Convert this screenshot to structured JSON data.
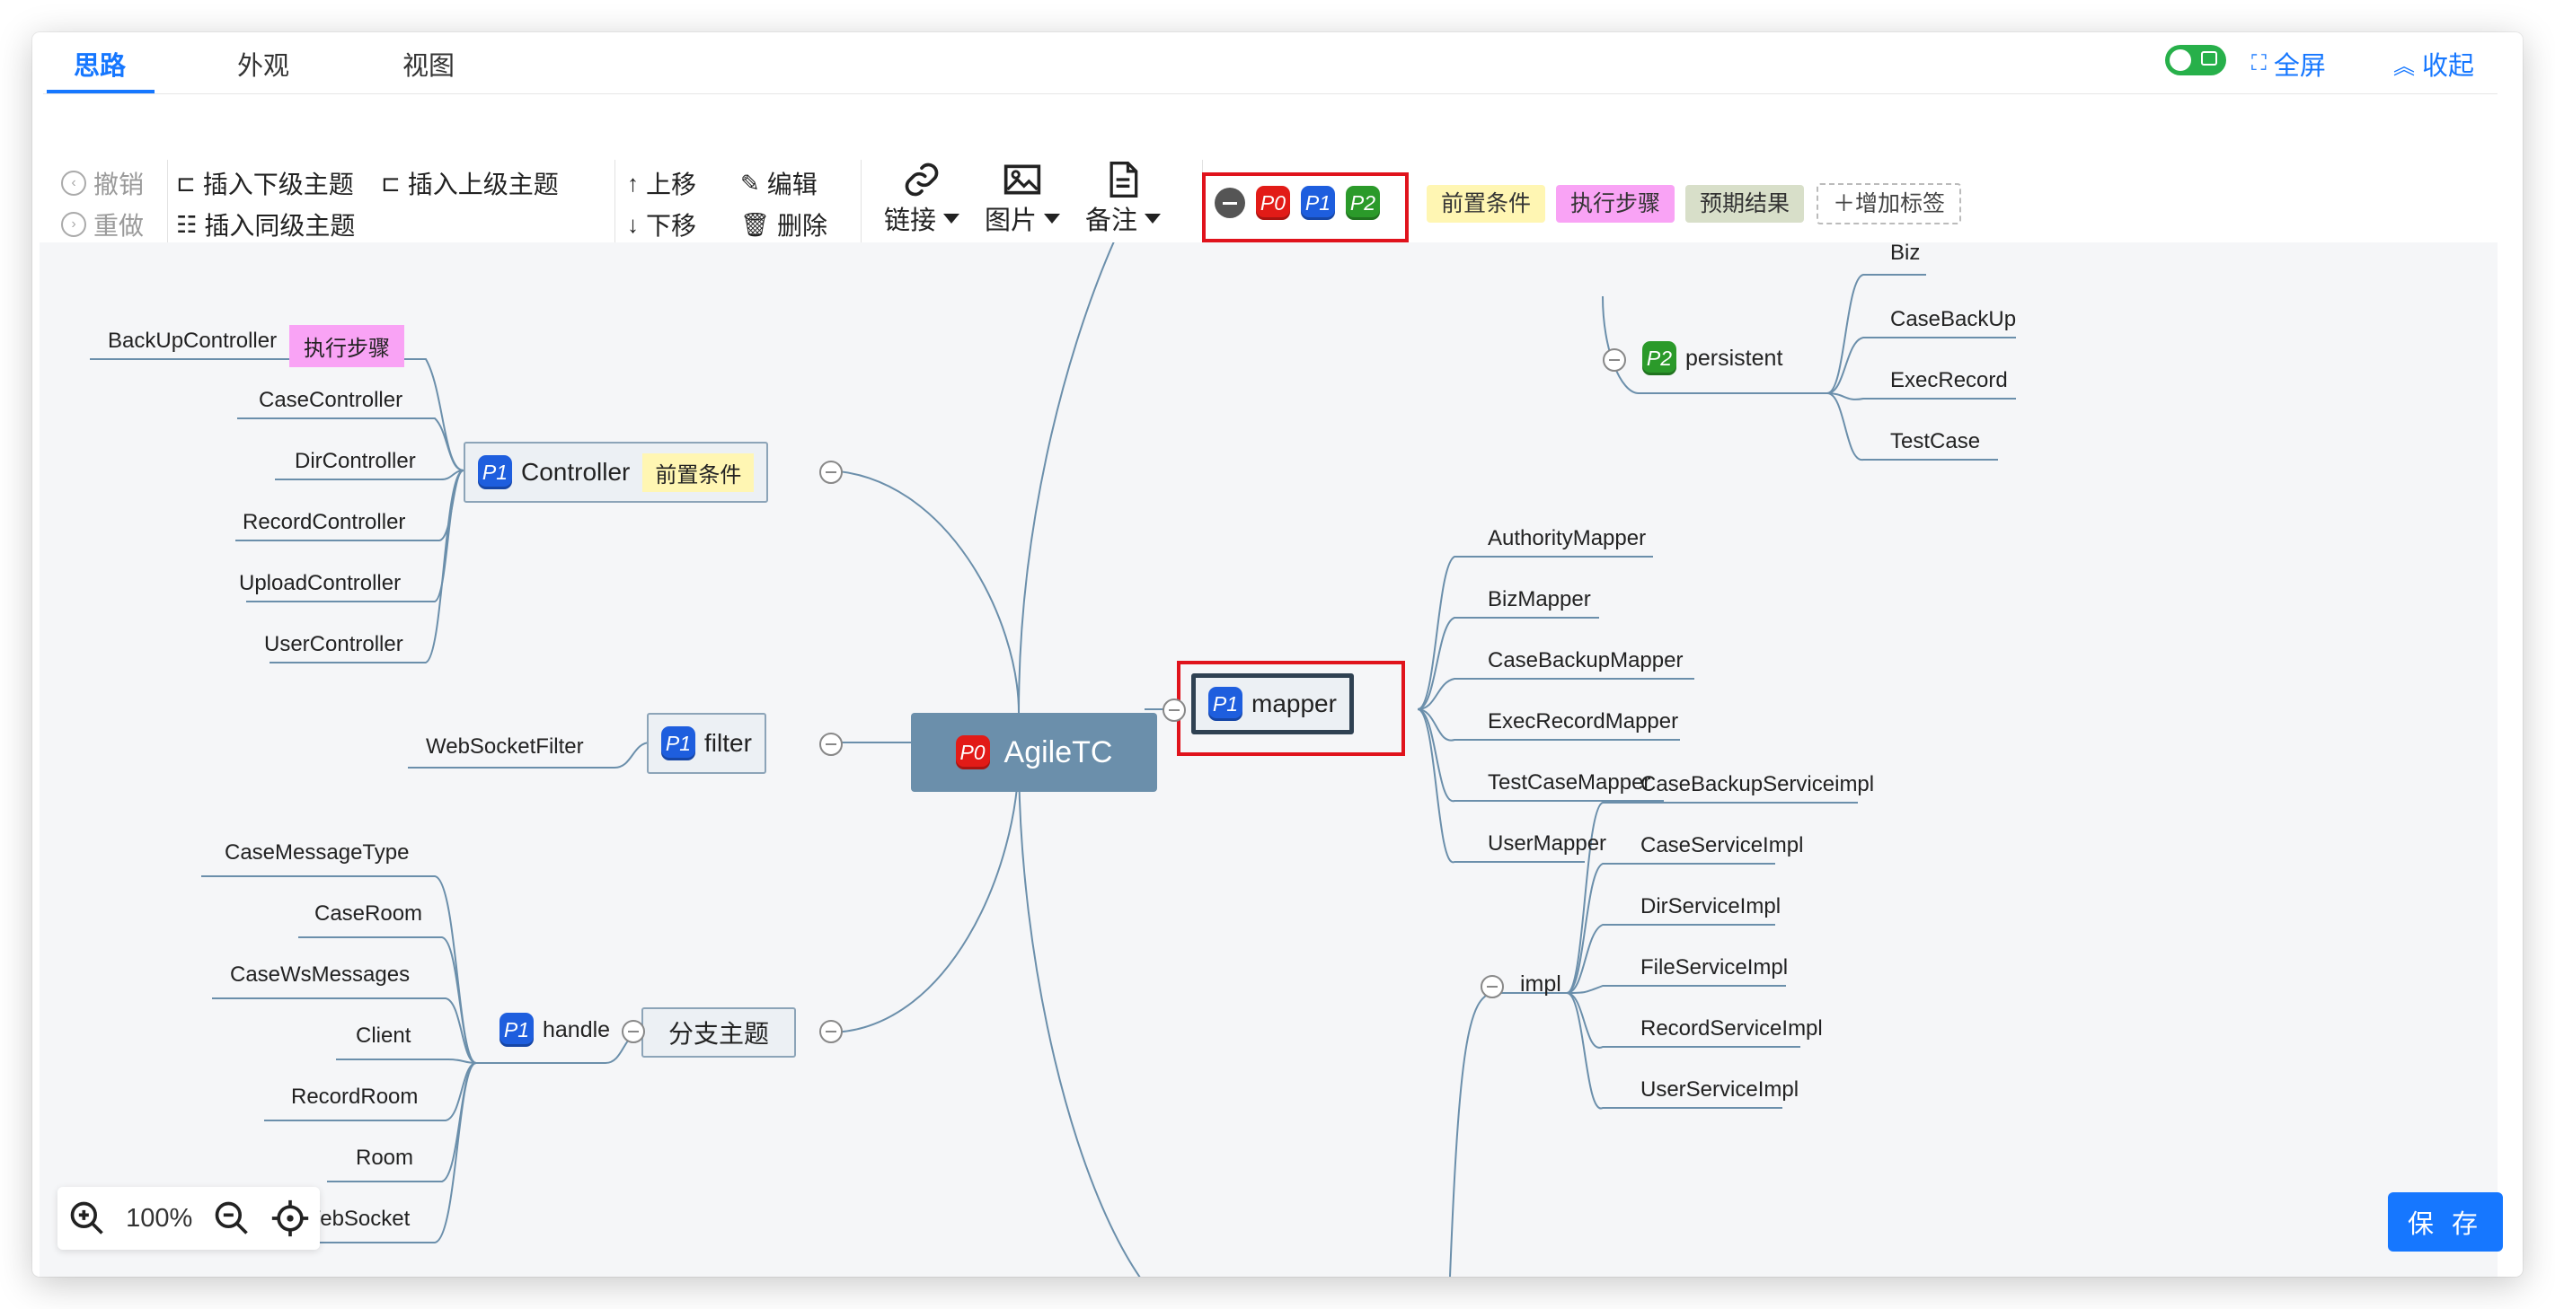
{
  "tabs": [
    {
      "label": "思路"
    },
    {
      "label": "外观"
    },
    {
      "label": "视图"
    }
  ],
  "top_right": {
    "fullscreen_label": "全屏",
    "collapse_label": "收起"
  },
  "toolbar": {
    "undo": "撤销",
    "redo": "重做",
    "insert_child": "插入下级主题",
    "insert_parent": "插入上级主题",
    "insert_sibling": "插入同级主题",
    "move_up": "上移",
    "move_down": "下移",
    "edit": "编辑",
    "delete": "删除",
    "link": "链接",
    "image": "图片",
    "note": "备注",
    "priorities": [
      "P0",
      "P1",
      "P2"
    ],
    "tags": [
      {
        "label": "前置条件",
        "color": "#fff6b3"
      },
      {
        "label": "执行步骤",
        "color": "#f9a3f5"
      },
      {
        "label": "预期结果",
        "color": "#d8dfc9"
      }
    ],
    "add_tag": "增加标签"
  },
  "mindmap": {
    "root": {
      "label": "AgileTC",
      "priority": "P0"
    },
    "left": {
      "controller": {
        "label": "Controller",
        "priority": "P1",
        "tag": "前置条件",
        "children": [
          "BackUpController",
          "CaseController",
          "DirController",
          "RecordController",
          "UploadController",
          "UserController"
        ],
        "child_tag": "执行步骤"
      },
      "filter": {
        "label": "filter",
        "priority": "P1",
        "children": [
          "WebSocketFilter"
        ]
      },
      "branch": {
        "label": "分支主题",
        "handle": {
          "label": "handle",
          "priority": "P1",
          "children": [
            "CaseMessageType",
            "CaseRoom",
            "CaseWsMessages",
            "Client",
            "RecordRoom",
            "Room",
            "WebSocket"
          ]
        }
      }
    },
    "right": {
      "persistent": {
        "label": "persistent",
        "priority": "P2",
        "children": [
          "Biz",
          "CaseBackUp",
          "ExecRecord",
          "TestCase"
        ]
      },
      "mapper": {
        "label": "mapper",
        "priority": "P1",
        "children": [
          "AuthorityMapper",
          "BizMapper",
          "CaseBackupMapper",
          "ExecRecordMapper",
          "TestCaseMapper",
          "UserMapper"
        ]
      },
      "impl": {
        "label": "impl",
        "children": [
          "CaseBackupServiceimpl",
          "CaseServiceImpl",
          "DirServiceImpl",
          "FileServiceImpl",
          "RecordServiceImpl",
          "UserServiceImpl"
        ]
      }
    }
  },
  "zoom": {
    "level": "100%"
  },
  "save_label": "保 存"
}
